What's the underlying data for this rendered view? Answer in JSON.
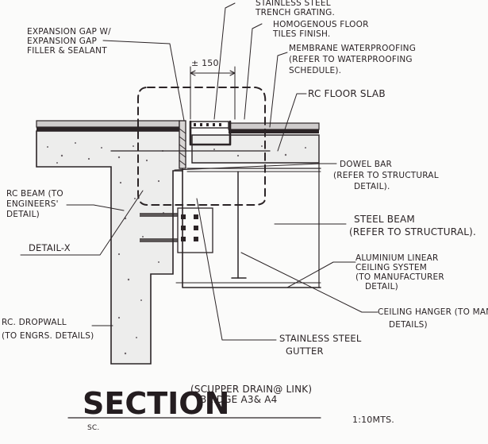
{
  "drawing": {
    "title": "SECTION",
    "subtitle": [
      "(SCUPPER DRAIN@ LINK)",
      "BRIDGE A3& A4"
    ],
    "scale": "1:10MTS.",
    "signature": "SC.",
    "dimension": "± 150"
  },
  "labels": {
    "trench_grating": [
      "STAINLESS STEEL",
      "TRENCH GRATING."
    ],
    "floor_finish": [
      "HOMOGENOUS FLOOR",
      "TILES FINISH."
    ],
    "expansion_gap": [
      "EXPANSION GAP W/",
      "EXPANSION GAP",
      "FILLER & SEALANT"
    ],
    "waterproofing": [
      "MEMBRANE WATERPROOFING",
      "(REFER TO WATERPROOFING",
      "SCHEDULE)."
    ],
    "floor_slab": [
      "RC FLOOR SLAB"
    ],
    "dowel_bar": [
      "DOWEL BAR",
      "(REFER TO STRUCTURAL",
      "DETAIL)."
    ],
    "rc_beam": [
      "RC BEAM (TO",
      "ENGINEERS'",
      "DETAIL)"
    ],
    "detail_x": [
      "DETAIL-X"
    ],
    "steel_beam": [
      "STEEL BEAM",
      "(REFER TO STRUCTURAL)."
    ],
    "ceiling_system": [
      "ALUMINIUM LINEAR",
      "CEILING SYSTEM",
      "(TO MANUFACTURER",
      "DETAIL)"
    ],
    "ceiling_hanger": [
      "CEILING HANGER (TO MAN",
      "DETAILS)"
    ],
    "drop_wall": [
      "RC. DROPWALL",
      "(TO ENGRS. DETAILS)"
    ],
    "gutter": [
      "STAINLESS STEEL",
      "GUTTER"
    ]
  }
}
